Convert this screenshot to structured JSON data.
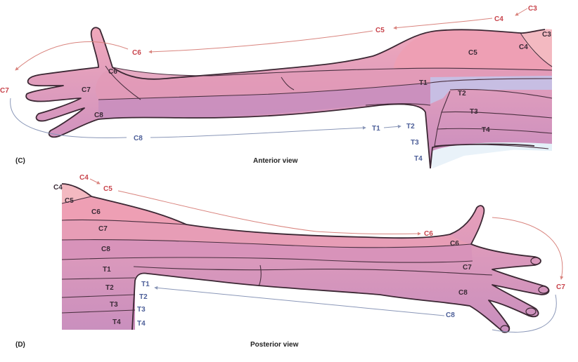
{
  "panels": {
    "anterior": {
      "panel_letter": "(C)",
      "view_caption": "Anterior view",
      "dermatome_labels": [
        "C3",
        "C4",
        "C5",
        "C6",
        "C7",
        "C8",
        "T1",
        "T2",
        "T3",
        "T4"
      ],
      "sequence_labels": [
        "C3",
        "C4",
        "C5",
        "C6",
        "C7",
        "C8",
        "T1",
        "T2",
        "T3",
        "T4"
      ]
    },
    "posterior": {
      "panel_letter": "(D)",
      "view_caption": "Posterior view",
      "dermatome_labels": [
        "C4",
        "C5",
        "C6",
        "C7",
        "C8",
        "T1",
        "T2",
        "T3",
        "T4",
        "C6",
        "C7",
        "C8"
      ],
      "sequence_labels": [
        "C4",
        "C5",
        "C6",
        "C7",
        "C8",
        "T1",
        "T2",
        "T3",
        "T4"
      ]
    }
  },
  "colors": {
    "c3_c4": "#f4b6be",
    "c5": "#eea9b9",
    "c6": "#e59bb6",
    "c7": "#dc92b7",
    "c8": "#c98fbd",
    "t1": "#c7bde3",
    "t2": "#cbd7ee",
    "t3": "#d6e6f4",
    "t4": "#e3eff8",
    "arrow_red": "#c8434b",
    "arrow_blue": "#4c5e98"
  }
}
